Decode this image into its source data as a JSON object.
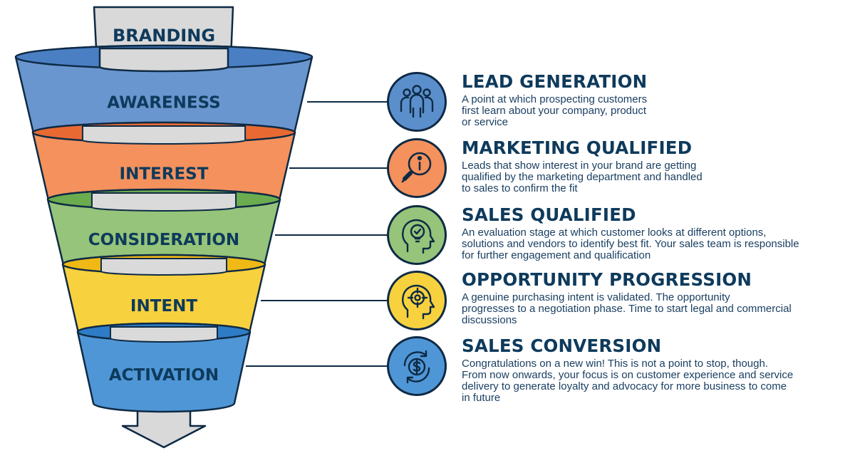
{
  "funnel": {
    "top_label": "BRANDING",
    "layers": [
      {
        "label": "AWARENESS",
        "color": "#6a96cf",
        "rim": "#4a7fc4",
        "band": "#dadada"
      },
      {
        "label": "INTEREST",
        "color": "#f4915d",
        "rim": "#e86a32",
        "band": "#dadada"
      },
      {
        "label": "CONSIDERATION",
        "color": "#95c47a",
        "rim": "#6bac4f",
        "band": "#dadada"
      },
      {
        "label": "INTENT",
        "color": "#f8d13e",
        "rim": "#f0b915",
        "band": "#dadada"
      },
      {
        "label": "ACTIVATION",
        "color": "#4f96d6",
        "rim": "#2f7cc6",
        "band": "#dadada"
      }
    ],
    "text_color": "#0e3a5c",
    "outline_color": "#0e2a44",
    "arrow_color": "#d9d9d9"
  },
  "stages": [
    {
      "title": "LEAD GENERATION",
      "icon": "people-group-icon",
      "circle_color": "#5b8fcc",
      "description": "A point at which prospecting customers\nfirst learn about your  company, product\nor service"
    },
    {
      "title": "MARKETING QUALIFIED",
      "icon": "magnifier-info-icon",
      "circle_color": "#f4915d",
      "description": "Leads that show interest in your brand are getting\nqualified by the marketing department and handled\nto sales to confirm the fit"
    },
    {
      "title": "SALES QUALIFIED",
      "icon": "head-lightbulb-icon",
      "circle_color": "#95c47a",
      "description": "An evaluation stage at which customer looks at different options,\nsolutions and vendors to identify best fit. Your sales team is responsible\nfor further engagement and qualification"
    },
    {
      "title": "OPPORTUNITY PROGRESSION",
      "icon": "head-target-icon",
      "circle_color": "#f8d13e",
      "description": "A genuine purchasing intent is validated. The opportunity\nprogresses to a negotiation phase. Time to start legal and commercial\ndiscussions"
    },
    {
      "title": "SALES CONVERSION",
      "icon": "dollar-cycle-icon",
      "circle_color": "#4f96d6",
      "description": "Congratulations on a new win! This is not a point to stop, though.\nFrom now onwards, your focus is on customer experience and service\ndelivery to generate loyalty and advocacy for more business to come\nin future"
    }
  ]
}
